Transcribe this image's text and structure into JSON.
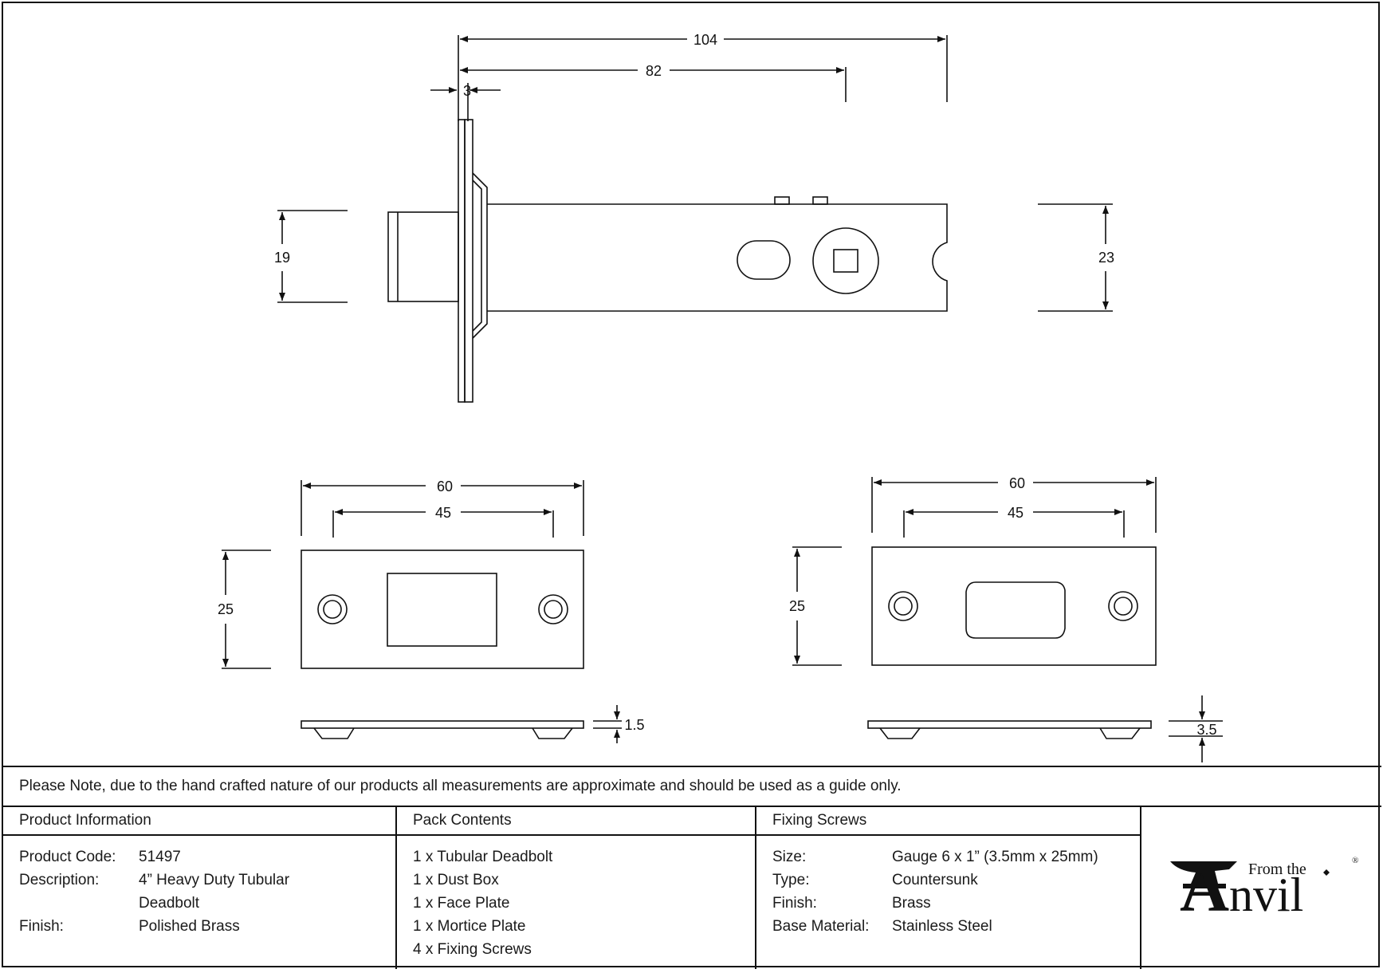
{
  "dimensions": {
    "top_total": "104",
    "top_body": "82",
    "top_face": "3",
    "bolt_height": "19",
    "body_height": "23",
    "left_plate_width": "60",
    "left_plate_hole_spacing": "45",
    "left_plate_height": "25",
    "left_plate_thickness": "1.5",
    "right_plate_width": "60",
    "right_plate_hole_spacing": "45",
    "right_plate_height": "25",
    "right_plate_thickness": "3.5"
  },
  "note": "Please Note, due to the hand crafted nature of our products all measurements are approximate and should be used as a guide only.",
  "product_info": {
    "heading": "Product Information",
    "rows": [
      {
        "key": "Product Code:",
        "value": "51497"
      },
      {
        "key": "Description:",
        "value": "4” Heavy Duty Tubular"
      },
      {
        "key": "",
        "value": "Deadbolt"
      },
      {
        "key": "Finish:",
        "value": "Polished Brass"
      }
    ]
  },
  "pack_contents": {
    "heading": "Pack Contents",
    "items": [
      "1 x Tubular Deadbolt",
      "1 x Dust Box",
      "1 x Face Plate",
      "1 x Mortice Plate",
      "4 x Fixing Screws"
    ]
  },
  "fixing_screws": {
    "heading": "Fixing Screws",
    "rows": [
      {
        "key": "Size:",
        "value": "Gauge 6 x 1” (3.5mm x 25mm)"
      },
      {
        "key": "Type:",
        "value": "Countersunk"
      },
      {
        "key": "Finish:",
        "value": "Brass"
      },
      {
        "key": "Base Material:",
        "value": "Stainless Steel"
      }
    ]
  },
  "logo": {
    "small_text": "From the",
    "big_letter": "A",
    "rest": "nvil",
    "mark": "®"
  },
  "colors": {
    "line": "#111111",
    "background": "#ffffff"
  }
}
